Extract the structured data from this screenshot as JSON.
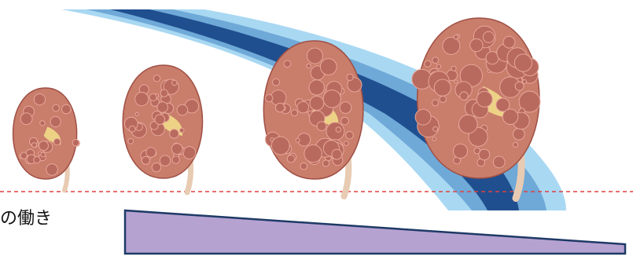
{
  "label": "の働き",
  "colors": {
    "band_outer": "#a9d8f2",
    "band_mid": "#6fa9d8",
    "band_inner": "#1f4f8f",
    "kidney_fill": "#c97d6b",
    "kidney_dark": "#9f4f45",
    "cyst_fill": "#b96a5e",
    "cyst_light": "#e7a79a",
    "pelvis": "#f1dc8a",
    "ureter": "#e8cbb3",
    "dashed_line": "#e04040",
    "trapezoid_fill": "#b6a2d1",
    "trapezoid_stroke": "#1e3a66"
  },
  "kidneys": [
    {
      "name": "kidney-stage-1",
      "size": 1
    },
    {
      "name": "kidney-stage-2",
      "size": 2
    },
    {
      "name": "kidney-stage-3",
      "size": 3
    },
    {
      "name": "kidney-stage-4",
      "size": 4
    }
  ]
}
